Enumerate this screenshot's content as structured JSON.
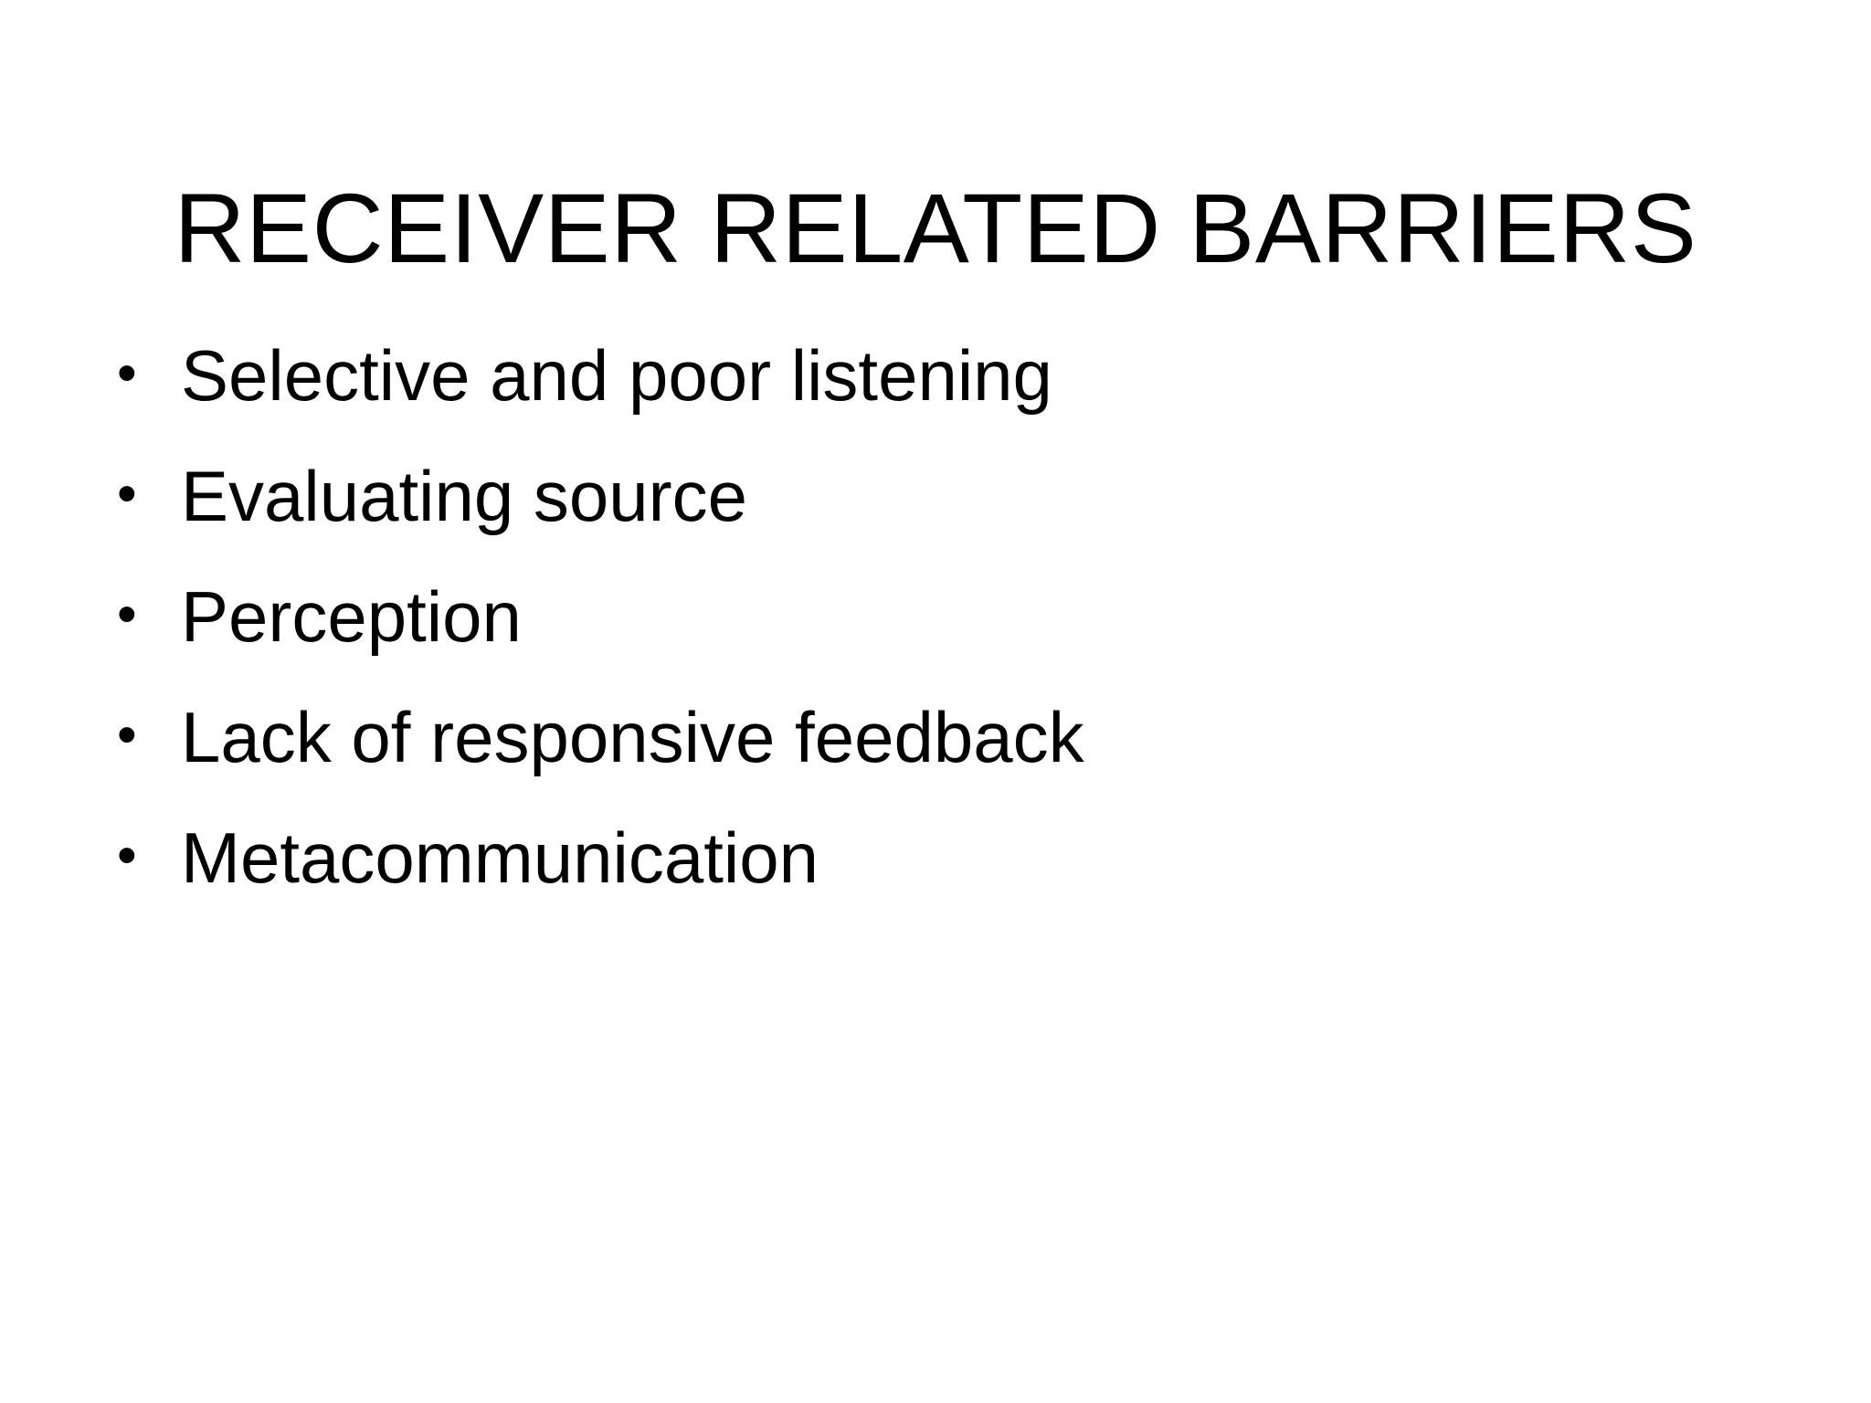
{
  "slide": {
    "background_color": "#ffffff",
    "text_color": "#000000",
    "title": "RECEIVER RELATED BARRIERS",
    "bullet_marker": "•",
    "bullets": [
      {
        "text": "Selective and poor listening"
      },
      {
        "text": "Evaluating source"
      },
      {
        "text": "Perception"
      },
      {
        "text": "Lack of responsive feedback"
      },
      {
        "text": "Metacommunication"
      }
    ]
  }
}
